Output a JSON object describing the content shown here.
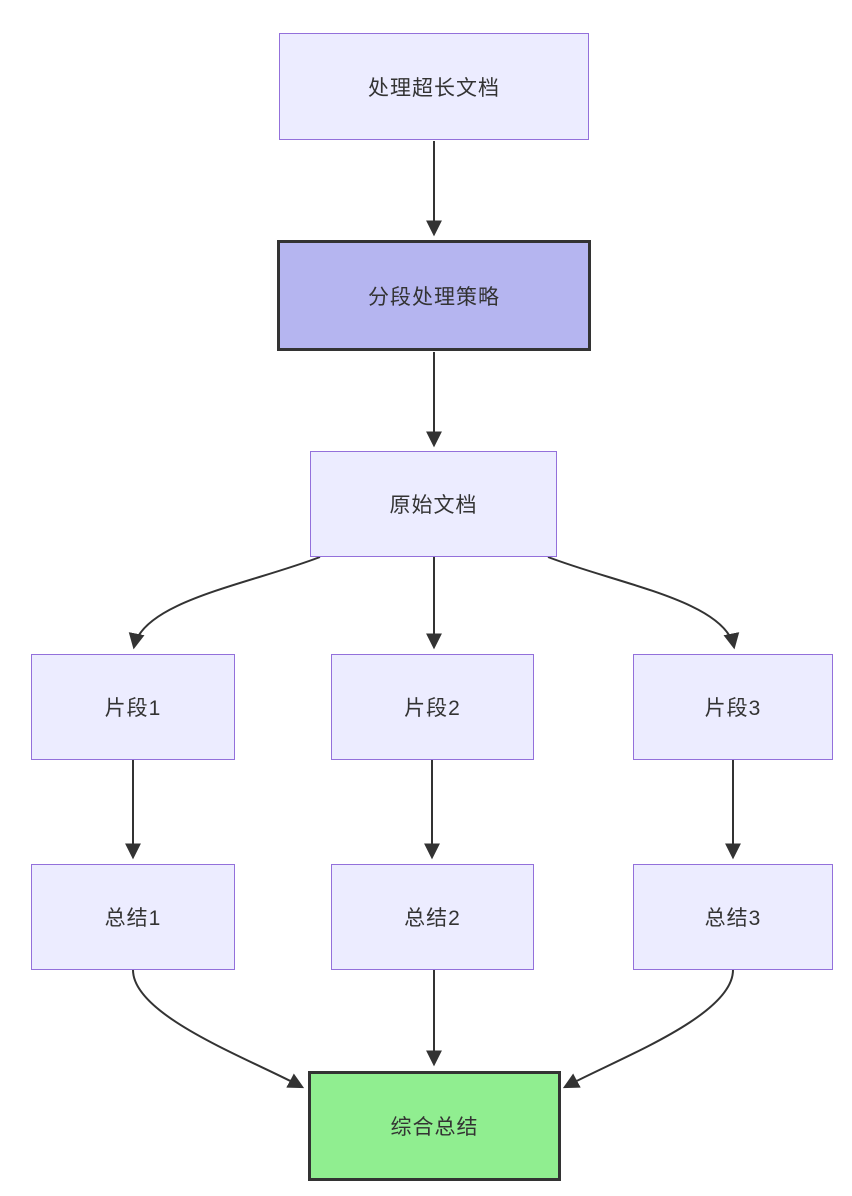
{
  "diagram": {
    "kind": "flowchart",
    "direction": "top-down",
    "background": "#ffffff",
    "nodes": {
      "start": {
        "label": "处理超长文档",
        "style": "default"
      },
      "strategy": {
        "label": "分段处理策略",
        "style": "highlight-purple"
      },
      "original": {
        "label": "原始文档",
        "style": "default"
      },
      "fragment1": {
        "label": "片段1",
        "style": "default"
      },
      "fragment2": {
        "label": "片段2",
        "style": "default"
      },
      "fragment3": {
        "label": "片段3",
        "style": "default"
      },
      "summary1": {
        "label": "总结1",
        "style": "default"
      },
      "summary2": {
        "label": "总结2",
        "style": "default"
      },
      "summary3": {
        "label": "总结3",
        "style": "default"
      },
      "final": {
        "label": "综合总结",
        "style": "highlight-green"
      }
    },
    "edges": [
      {
        "from": "处理超长文档",
        "to": "分段处理策略"
      },
      {
        "from": "分段处理策略",
        "to": "原始文档"
      },
      {
        "from": "原始文档",
        "to": "片段1"
      },
      {
        "from": "原始文档",
        "to": "片段2"
      },
      {
        "from": "原始文档",
        "to": "片段3"
      },
      {
        "from": "片段1",
        "to": "总结1"
      },
      {
        "from": "片段2",
        "to": "总结2"
      },
      {
        "from": "片段3",
        "to": "总结3"
      },
      {
        "from": "总结1",
        "to": "综合总结"
      },
      {
        "from": "总结2",
        "to": "综合总结"
      },
      {
        "from": "总结3",
        "to": "综合总结"
      }
    ],
    "colors": {
      "node_fill": "#ECECFF",
      "node_border": "#9370DB",
      "strategy_fill": "#B5B5F0",
      "strategy_border": "#333333",
      "final_fill": "#90EE90",
      "final_border": "#333333",
      "edge_stroke": "#333333",
      "text": "#333333"
    }
  }
}
